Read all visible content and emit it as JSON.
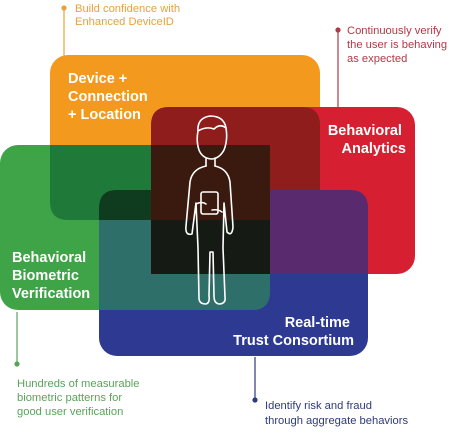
{
  "colors": {
    "device_box": "#F39A1E",
    "analytics_box": "#D71F32",
    "biometric_box": "#3FA447",
    "consortium_box": "#2E3A91",
    "overlap_dark": "#151a14",
    "figure_outline": "#ffffff",
    "device_callout": "#E8A13C",
    "analytics_callout": "#B03A46",
    "biometric_callout": "#5AA25B",
    "consortium_callout": "#2E3A7A"
  },
  "boxes": {
    "device": {
      "lines": [
        "Device +",
        "Connection",
        "+ Location"
      ]
    },
    "analytics": {
      "lines": [
        "Behavioral",
        "Analytics"
      ]
    },
    "biometric": {
      "lines": [
        "Behavioral",
        "Biometric",
        "Verification"
      ]
    },
    "consortium": {
      "lines": [
        "Real-time",
        "Trust Consortium"
      ]
    }
  },
  "callouts": {
    "device": {
      "lines": [
        "Build confidence with",
        "Enhanced DeviceID"
      ]
    },
    "analytics": {
      "lines": [
        "Continuously verify",
        "the user is behaving",
        "as expected"
      ]
    },
    "biometric": {
      "lines": [
        "Hundreds of measurable",
        "biometric patterns for",
        "good user verification"
      ]
    },
    "consortium": {
      "lines": [
        "Identify risk and fraud",
        "through aggregate behaviors"
      ]
    }
  },
  "figure": {
    "icon": "person-with-phone-outline"
  }
}
